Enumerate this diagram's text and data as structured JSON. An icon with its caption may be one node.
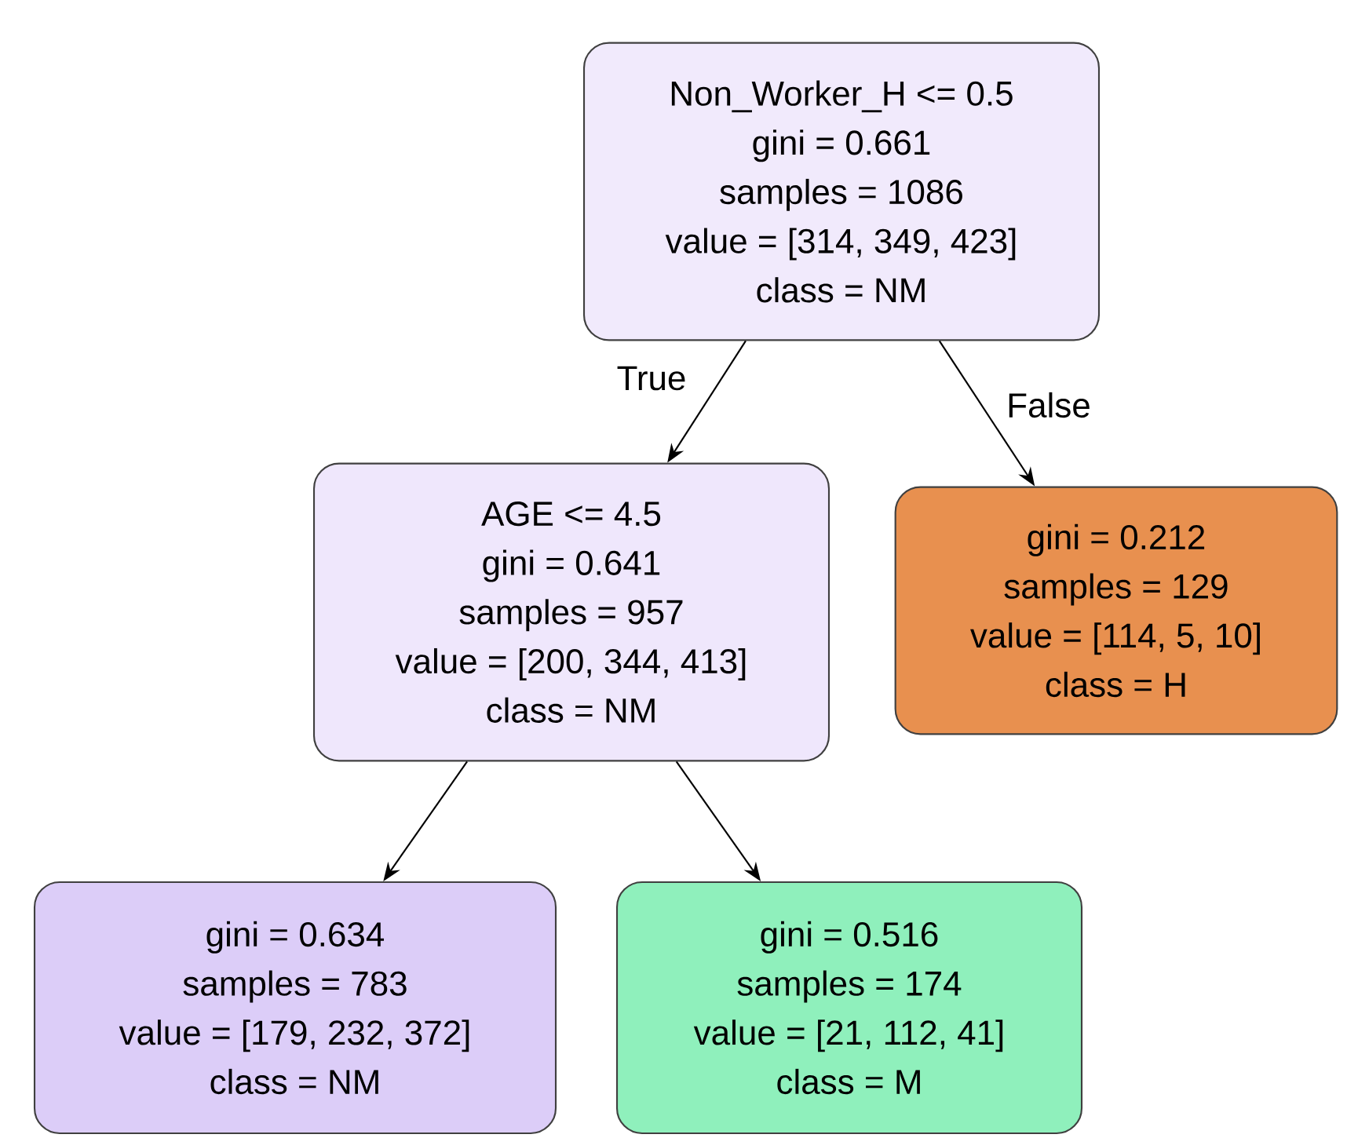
{
  "diagram": {
    "nodes": [
      {
        "text": [
          "Non_Worker_H <= 0.5",
          "gini = 0.661",
          "samples = 1086",
          "value = [314, 349, 423]",
          "class = NM"
        ]
      },
      {
        "text": [
          "AGE <= 4.5",
          "gini = 0.641",
          "samples = 957",
          "value = [200, 344, 413]",
          "class = NM"
        ]
      },
      {
        "text": [
          "gini = 0.212",
          "samples = 129",
          "value = [114, 5, 10]",
          "class = H"
        ]
      },
      {
        "text": [
          "gini = 0.634",
          "samples = 783",
          "value = [179, 232, 372]",
          "class = NM"
        ]
      },
      {
        "text": [
          "gini = 0.516",
          "samples = 174",
          "value = [21, 112, 41]",
          "class = M"
        ]
      }
    ],
    "edges": [
      {
        "from": 0,
        "to": 1,
        "arrow": "to",
        "label": "True"
      },
      {
        "from": 0,
        "to": 2,
        "arrow": "to",
        "label": "False"
      },
      {
        "from": 1,
        "to": 3,
        "arrow": "to"
      },
      {
        "from": 1,
        "to": 4,
        "arrow": "to"
      }
    ]
  }
}
